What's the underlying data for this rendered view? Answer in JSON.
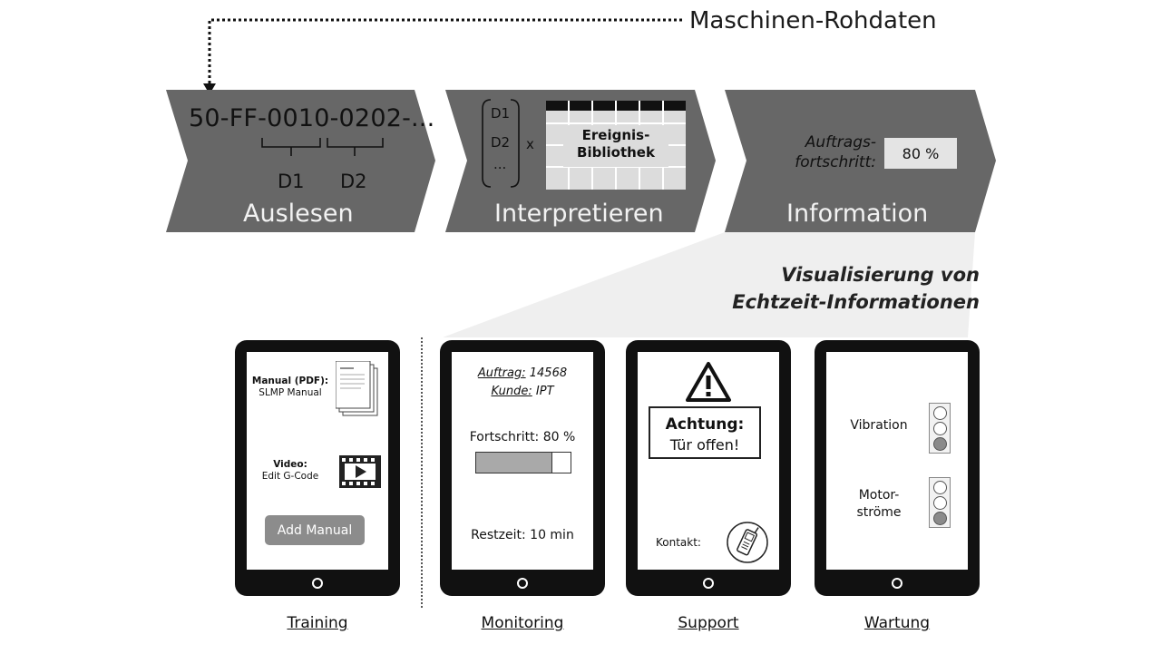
{
  "top": {
    "raw_data_label": "Maschinen-Rohdaten"
  },
  "stages": {
    "read": {
      "label": "Auslesen",
      "code": "50-FF-0010-0202-...",
      "part1": "D1",
      "part2": "D2"
    },
    "interpret": {
      "label": "Interpretieren",
      "matrix": [
        "D1",
        "D2",
        "..."
      ],
      "times": "x",
      "library_line1": "Ereignis-",
      "library_line2": "Bibliothek"
    },
    "info": {
      "label": "Information",
      "progress_line1": "Auftrags-",
      "progress_line2": "fortschritt:",
      "progress_value": "80 %"
    }
  },
  "visualization": {
    "line1": "Visualisierung von",
    "line2": "Echtzeit-Informationen"
  },
  "tablets": {
    "training": {
      "caption": "Training",
      "manual_title": "Manual (PDF):",
      "manual_name": "SLMP Manual",
      "video_title": "Video:",
      "video_name": "Edit G-Code",
      "add_button": "Add Manual"
    },
    "monitoring": {
      "caption": "Monitoring",
      "order_label": "Auftrag:",
      "order_value": "14568",
      "customer_label": "Kunde:",
      "customer_value": "IPT",
      "progress_text": "Fortschritt: 80 %",
      "progress_fraction": 0.8,
      "remaining_text": "Restzeit: 10 min"
    },
    "support": {
      "caption": "Support",
      "alert_title": "Achtung:",
      "alert_text": "Tür offen!",
      "contact_label": "Kontakt:"
    },
    "maintenance": {
      "caption": "Wartung",
      "vibration_label": "Vibration",
      "motor_line1": "Motor-",
      "motor_line2": "ströme"
    }
  },
  "icons": {
    "training": [
      "document-icon",
      "video-play-icon"
    ],
    "support": [
      "warning-triangle-icon",
      "phone-icon"
    ],
    "maintenance": [
      "traffic-light-icon"
    ]
  }
}
